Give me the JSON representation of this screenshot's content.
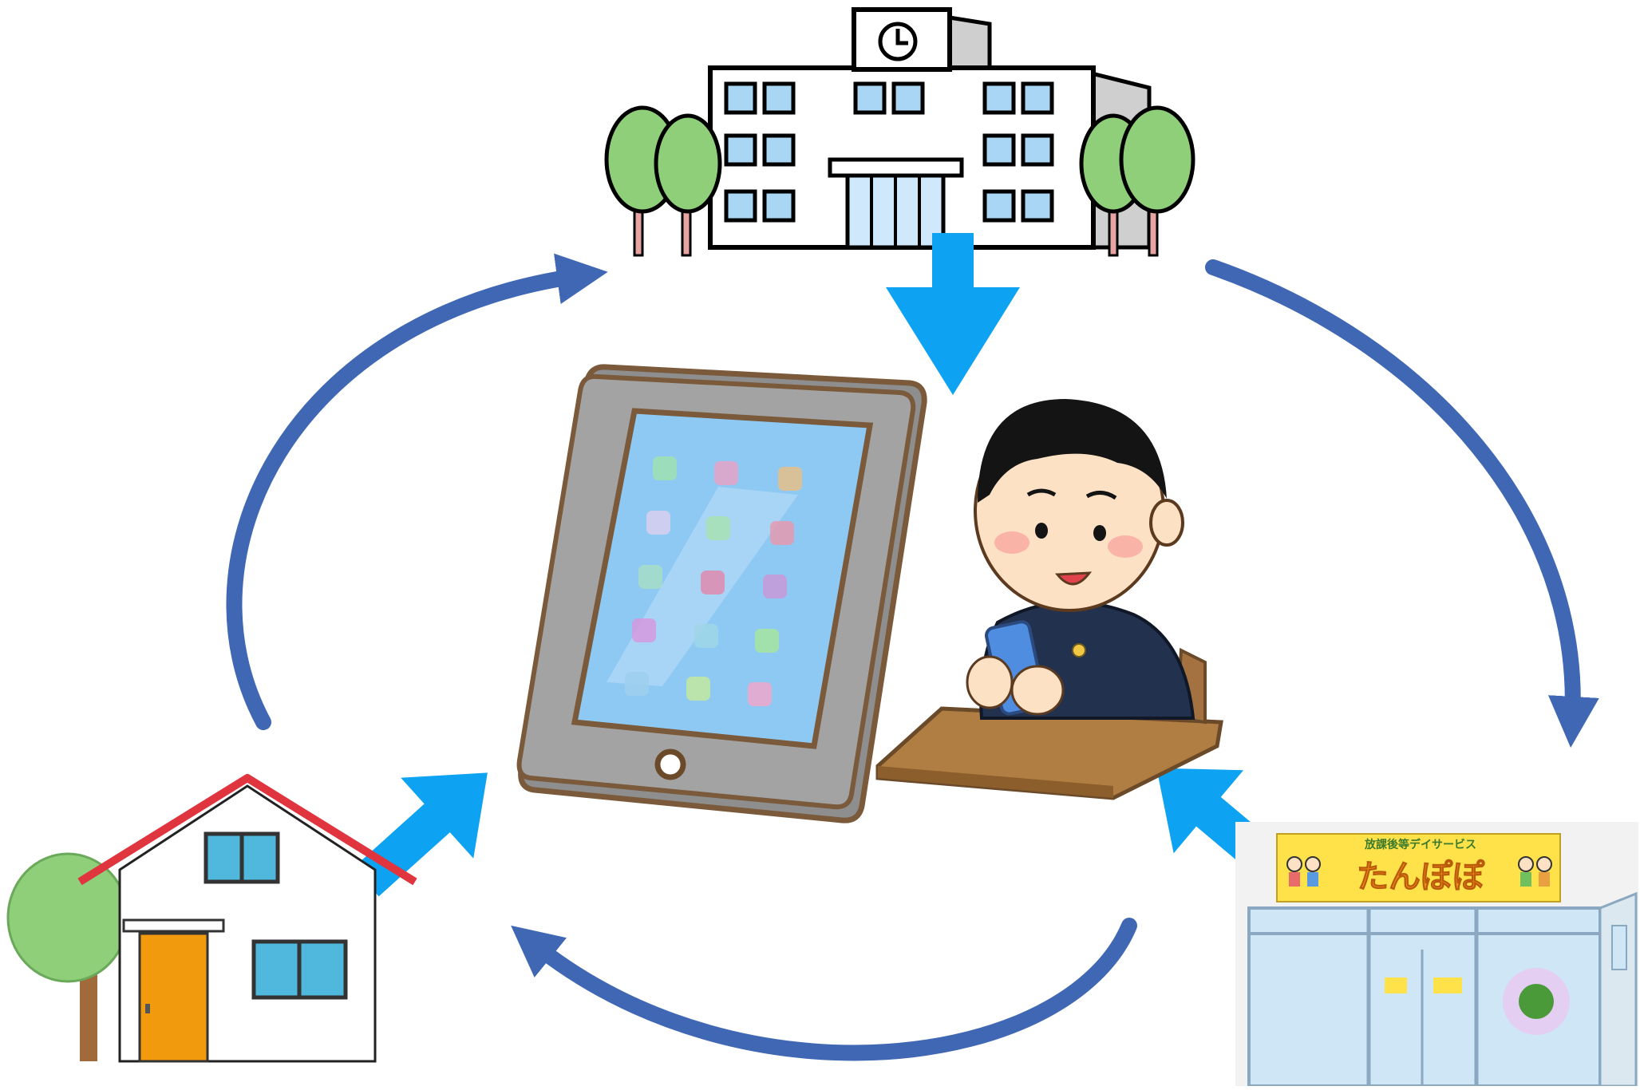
{
  "diagram": {
    "nodes": [
      {
        "id": "school",
        "icon": "school-building-icon"
      },
      {
        "id": "tablet",
        "icon": "tablet-icon"
      },
      {
        "id": "student",
        "icon": "student-with-smartphone-icon"
      },
      {
        "id": "home",
        "icon": "house-icon"
      },
      {
        "id": "dayservice",
        "icon": "day-service-facility-icon"
      }
    ],
    "cycle_arrows": [
      {
        "from": "school",
        "to": "dayservice"
      },
      {
        "from": "dayservice",
        "to": "home"
      },
      {
        "from": "home",
        "to": "school"
      }
    ],
    "center_arrows": [
      {
        "from": "school",
        "to": "tablet"
      },
      {
        "from": "home",
        "to": "tablet"
      },
      {
        "from": "dayservice",
        "to": "student"
      }
    ],
    "facility_sign": {
      "subtitle": "放課後等デイサービス",
      "name": "たんぽぽ"
    },
    "colors": {
      "cycle_arrow": "#3f67b3",
      "center_arrow": "#0ea2f3",
      "tablet_frame": "#9e9e9e",
      "tablet_screen": "#8ec9f3",
      "house_roof": "#e0353e",
      "house_door": "#f29a0d",
      "tree_green": "#8fcf7a",
      "sign_yellow": "#ffe14a"
    }
  }
}
